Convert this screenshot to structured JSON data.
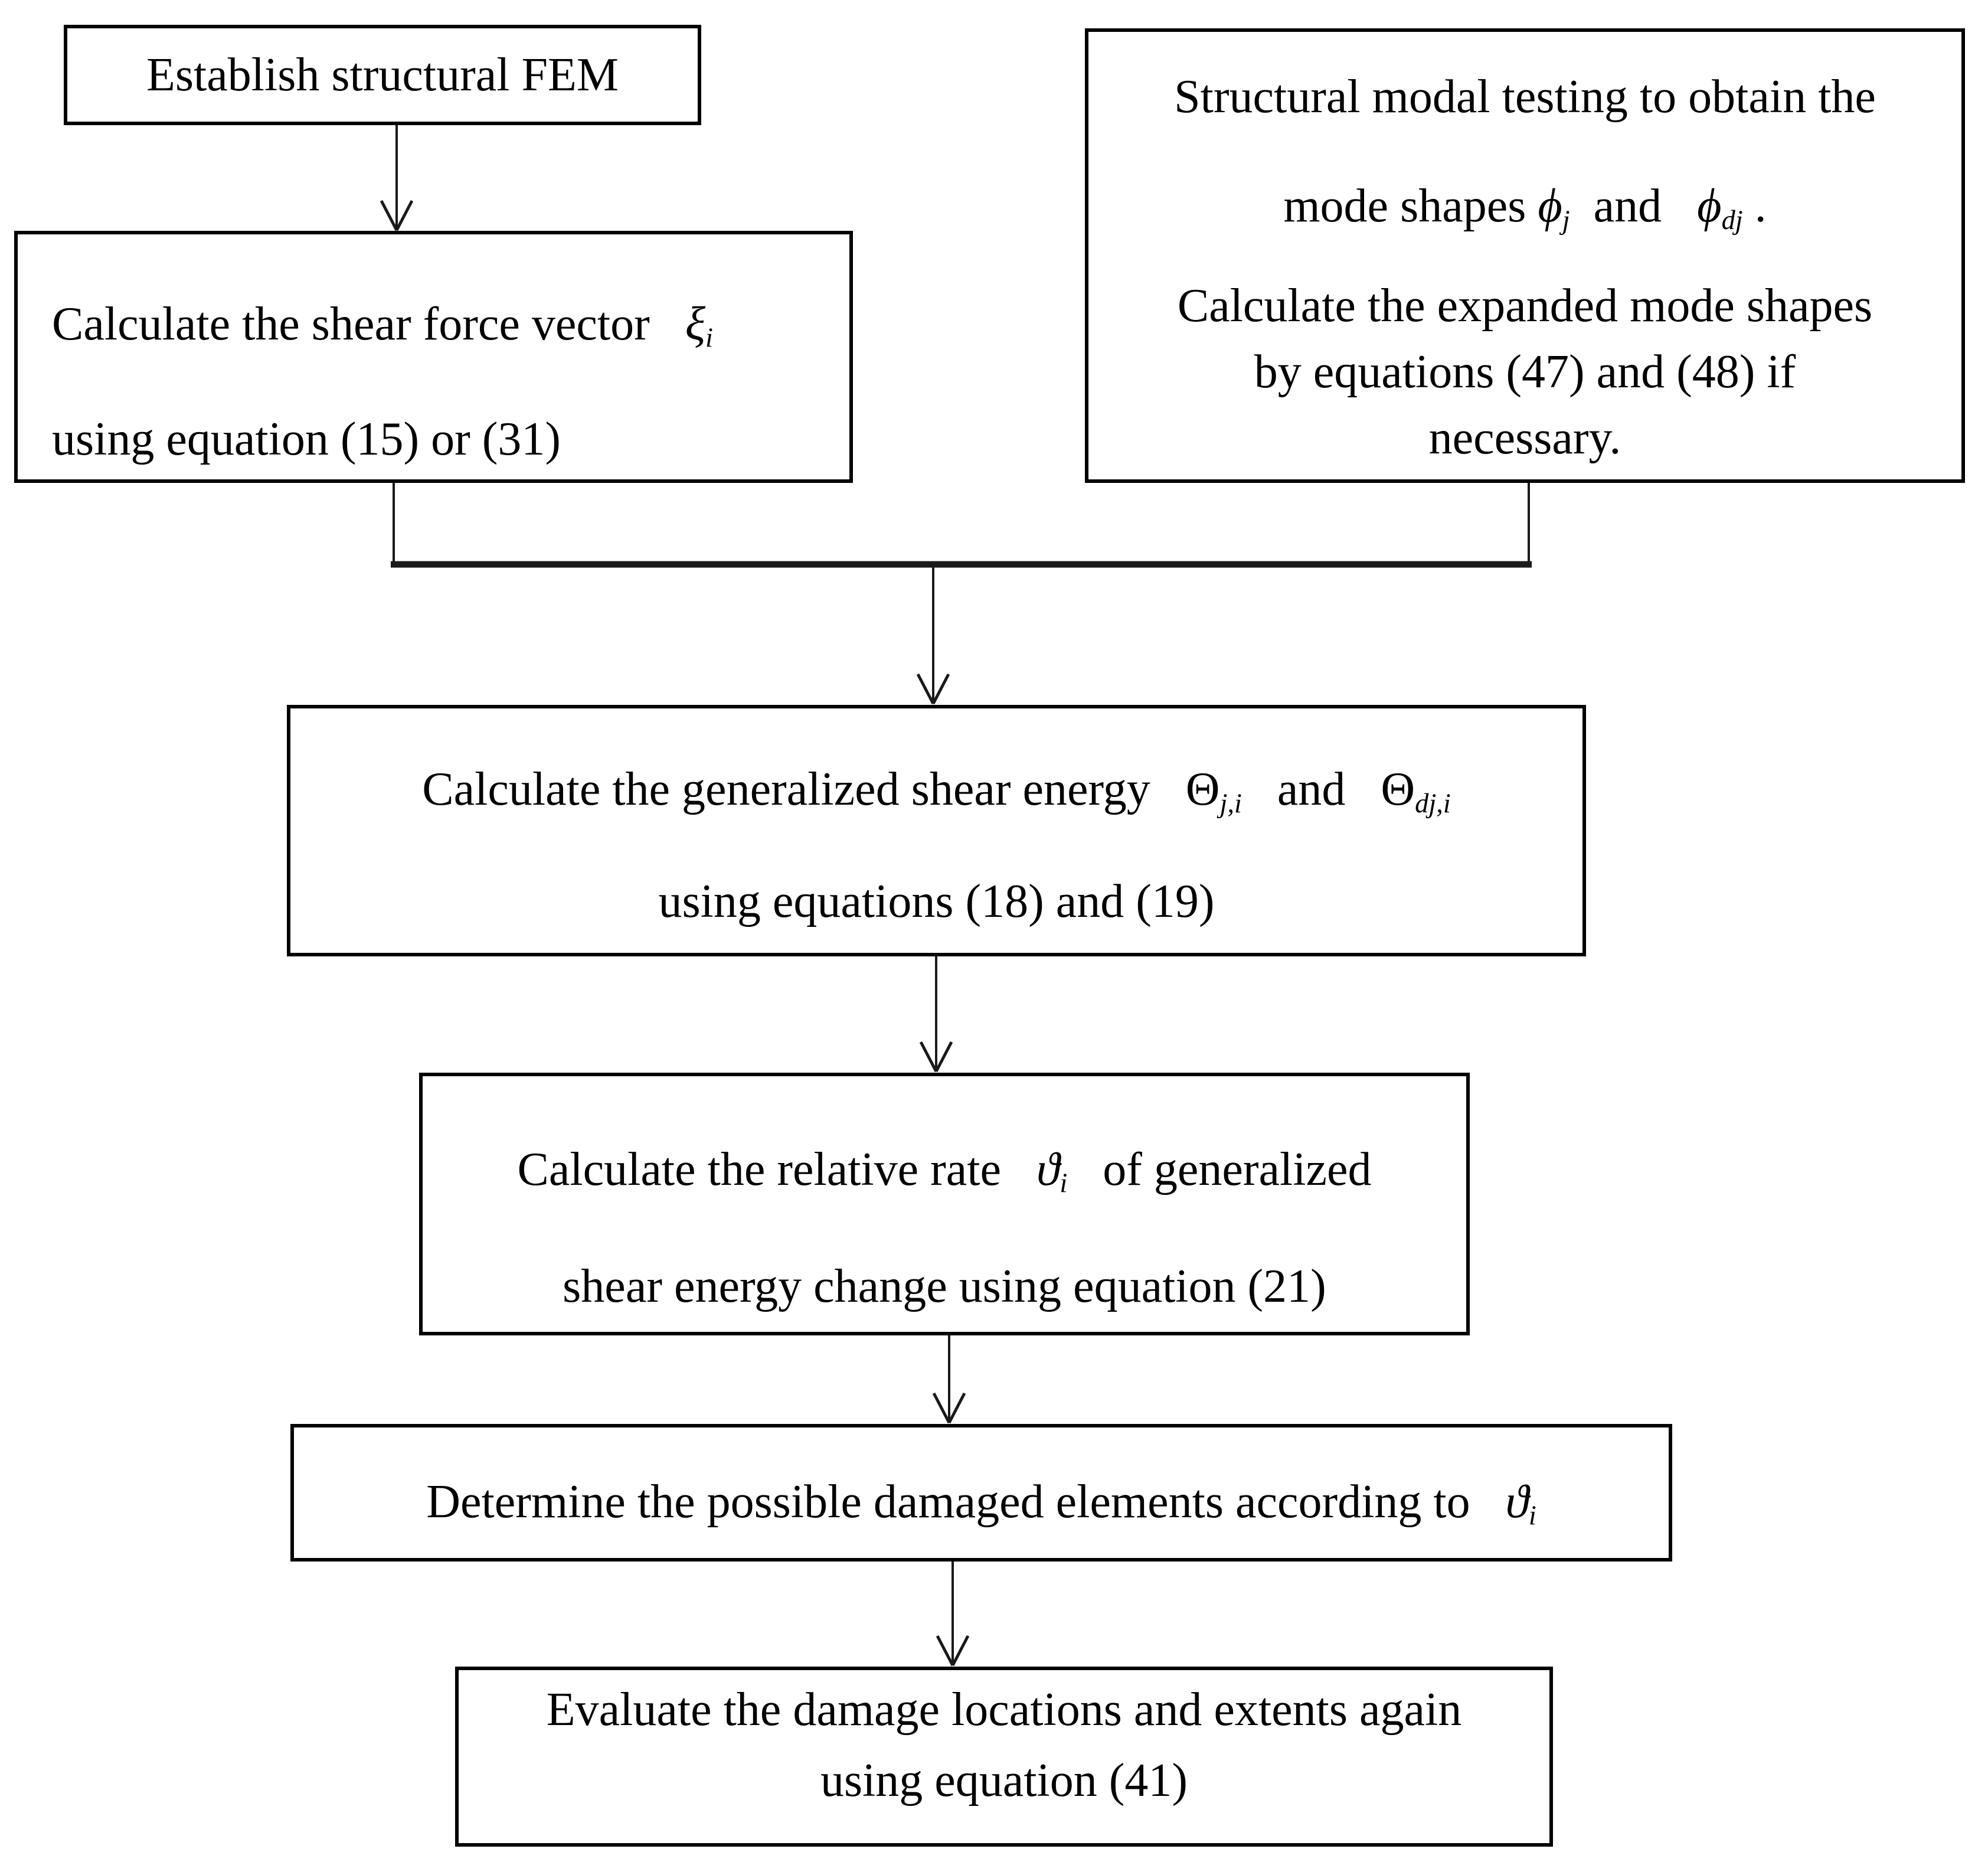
{
  "figure": {
    "type": "flowchart",
    "background_color": "#ffffff",
    "box_border_color": "#000000",
    "line_color": "#1a1a1a",
    "text_color": "#000000"
  },
  "boxes": {
    "establish_fem": {
      "lines": [
        [
          {
            "t": "Establish structural FEM"
          }
        ]
      ]
    },
    "shear_force": {
      "lines": [
        [
          {
            "t": "Calculate the shear force vector   "
          },
          {
            "t": "ξ",
            "i": true,
            "sub": "i"
          }
        ],
        [
          {
            "t": "using equation (15) or (31)"
          }
        ]
      ]
    },
    "modal_testing": {
      "lines": [
        [
          {
            "t": "Structural modal testing to obtain the"
          }
        ],
        [
          {
            "t": "mode shapes "
          },
          {
            "t": "ϕ",
            "i": true,
            "sub": "j"
          },
          {
            "t": "  and   "
          },
          {
            "t": "ϕ",
            "i": true,
            "sub": "dj"
          },
          {
            "t": " ."
          }
        ],
        [
          {
            "t": "Calculate the expanded mode shapes"
          }
        ],
        [
          {
            "t": "by equations (47) and (48) if"
          }
        ],
        [
          {
            "t": "necessary."
          }
        ]
      ]
    },
    "shear_energy": {
      "lines": [
        [
          {
            "t": "Calculate the generalized shear energy   "
          },
          {
            "t": "Θ",
            "sub": "j,i"
          },
          {
            "t": "   and   "
          },
          {
            "t": "Θ",
            "sub": "dj,i"
          }
        ],
        [
          {
            "t": "using equations (18) and (19)"
          }
        ]
      ]
    },
    "relative_rate": {
      "lines": [
        [
          {
            "t": "Calculate the relative rate   "
          },
          {
            "t": "ϑ",
            "i": true,
            "sub": "i"
          },
          {
            "t": "   of generalized"
          }
        ],
        [
          {
            "t": "shear energy change using equation (21)"
          }
        ]
      ]
    },
    "damaged_elements": {
      "lines": [
        [
          {
            "t": "Determine the possible damaged elements according to   "
          },
          {
            "t": "ϑ",
            "i": true,
            "sub": "i"
          }
        ]
      ]
    },
    "evaluate_damage": {
      "lines": [
        [
          {
            "t": "Evaluate the damage locations and extents again"
          }
        ],
        [
          {
            "t": "using equation (41)"
          }
        ]
      ]
    }
  }
}
